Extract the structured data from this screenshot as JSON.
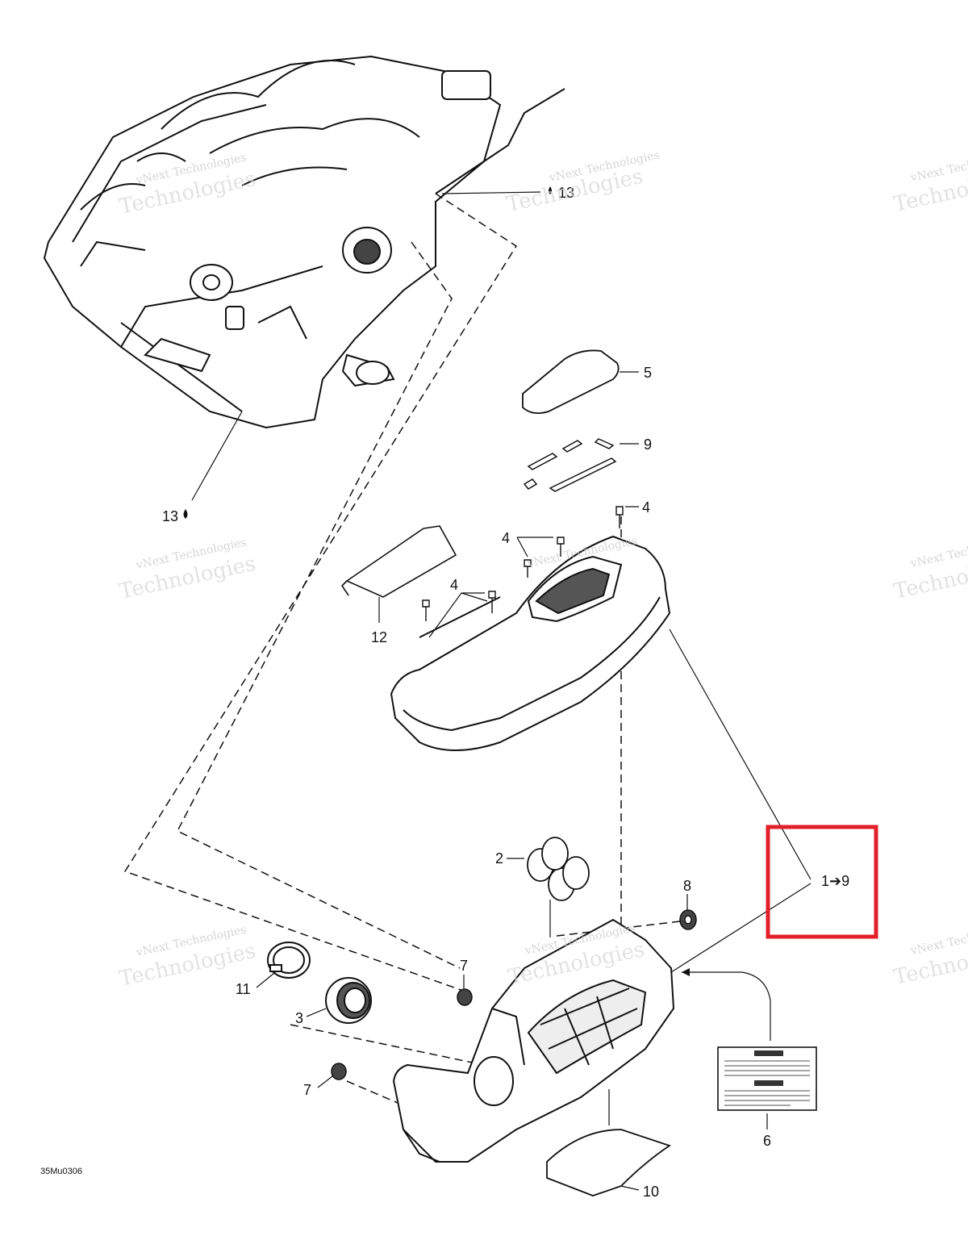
{
  "diagram_code": "35Mu0306",
  "watermark_text_line1": "vNext Technologies",
  "watermark_text_line2": "Technologies",
  "callouts": {
    "c1": "5",
    "c2": "9",
    "c3": "4",
    "c4": "4",
    "c5": "4",
    "c6": "12",
    "c7": "13",
    "c8": "13",
    "c9": "2",
    "c10": "8",
    "c11": "7",
    "c12": "11",
    "c13": "3",
    "c14": "7",
    "c15": "6",
    "c16": "10"
  },
  "range_label": "1➔9",
  "colors": {
    "highlight": "#e3202a",
    "line": "#111111",
    "watermark": "#c8c8c8"
  }
}
